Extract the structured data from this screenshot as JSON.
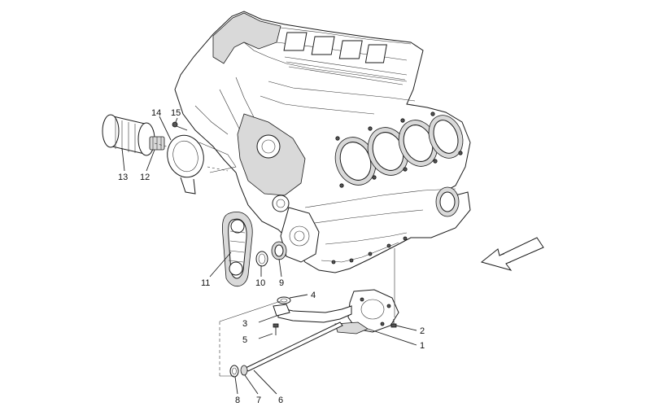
{
  "callouts": {
    "c1": "1",
    "c2": "2",
    "c3": "3",
    "c4": "4",
    "c5": "5",
    "c6": "6",
    "c7": "7",
    "c8": "8",
    "c9": "9",
    "c10": "10",
    "c11": "11",
    "c12": "12",
    "c13": "13",
    "c14": "14",
    "c15": "15"
  },
  "direction_arrow": "front-direction-arrow"
}
